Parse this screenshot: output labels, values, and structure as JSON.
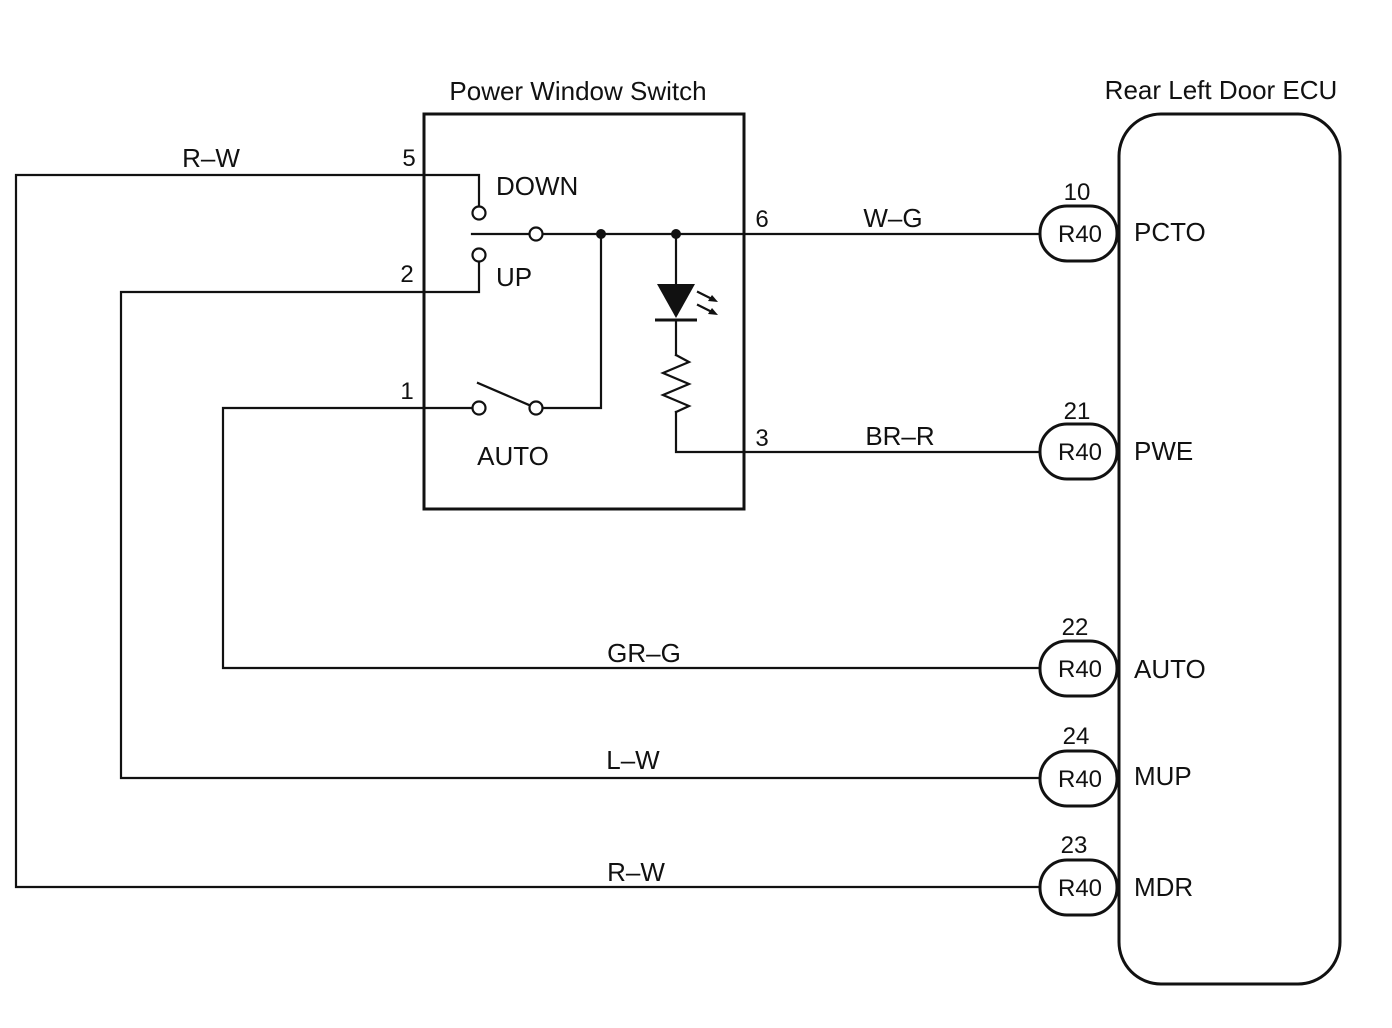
{
  "switch": {
    "title": "Power Window Switch",
    "labels": {
      "down": "DOWN",
      "up": "UP",
      "auto": "AUTO"
    },
    "pins": {
      "p5": "5",
      "p2": "2",
      "p1": "1",
      "p6": "6",
      "p3": "3"
    }
  },
  "ecu": {
    "title": "Rear Left Door ECU",
    "terminals": [
      {
        "pin": "10",
        "connector": "R40",
        "name": "PCTO"
      },
      {
        "pin": "21",
        "connector": "R40",
        "name": "PWE"
      },
      {
        "pin": "22",
        "connector": "R40",
        "name": "AUTO"
      },
      {
        "pin": "24",
        "connector": "R40",
        "name": "MUP"
      },
      {
        "pin": "23",
        "connector": "R40",
        "name": "MDR"
      }
    ]
  },
  "wires": {
    "top_rw": "R–W",
    "pcto": "W–G",
    "pwe": "BR–R",
    "auto": "GR–G",
    "mup": "L–W",
    "mdr": "R–W"
  }
}
